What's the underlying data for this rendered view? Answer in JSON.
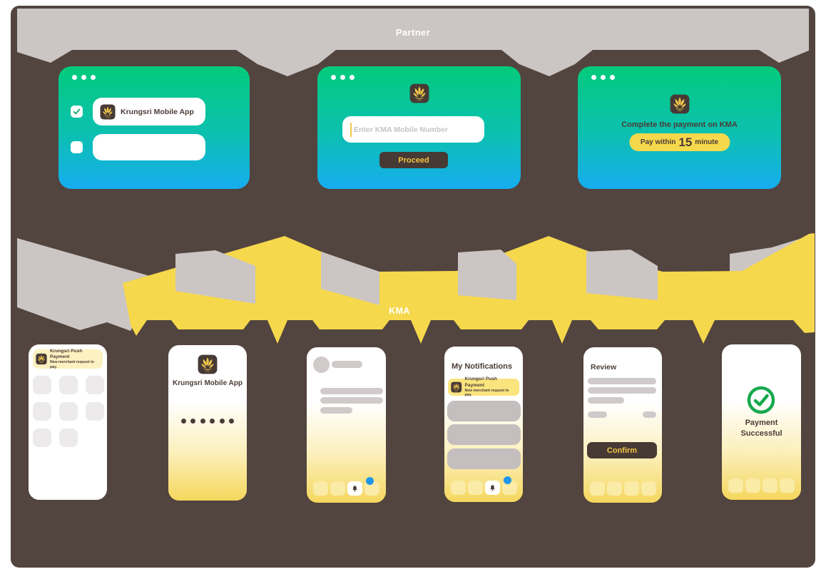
{
  "palette": {
    "brown": "#52443F",
    "gray": "#CBC5C4",
    "yellow": "#F6D84C",
    "card-green": "#03CB7C",
    "card-blue": "#16ADF0",
    "logo-brown": "#473A35",
    "logo-yellow": "#F2C84A",
    "text-dark": "#4A3C37",
    "banner-pale": "#FCF1C0",
    "notif-yellow": "#F9E47E",
    "phone-yellow": "#F5D75D",
    "ui-gray": "#D0CACA",
    "ui-gray-dark": "#C4BEBE",
    "grid-gray": "#ECEAEA",
    "success-green": "#17A94E",
    "badge-blue": "#2096E8",
    "nav-pale": "#FAEBA6",
    "button-yellow": "#F3C443",
    "placeholder-gray": "#C9C3C2",
    "check-green": "#21B573"
  },
  "lanes": {
    "partner": "Partner",
    "kma": "KMA"
  },
  "partner_cards": {
    "consent": {
      "rows": [
        {
          "label": "Krungsri Mobile App",
          "checked": true
        },
        {
          "label": "",
          "checked": false
        }
      ]
    },
    "mobile_entry": {
      "placeholder": "Enter KMA Mobile Number",
      "button": "Proceed"
    },
    "instruction": {
      "title": "Complete the payment on KMA",
      "pill": {
        "prefix": "Pay within",
        "value": "15",
        "suffix": "minute"
      }
    }
  },
  "phones": {
    "home_push": {
      "notification": {
        "title": "Krungsri Push Payment",
        "subtitle": "New merchant request to pay."
      },
      "app_grid_count": 8
    },
    "login": {
      "app_name": "Krungsri Mobile App",
      "pin_dots": 6
    },
    "kma_home": {
      "has_unread_badge": true
    },
    "notifications": {
      "heading": "My Notifications",
      "notification": {
        "title": "Krungsri Push Payment",
        "subtitle": "New merchant request to pay."
      },
      "list_items": 3,
      "has_unread_badge": true
    },
    "review": {
      "heading": "Review",
      "button": "Confirm"
    },
    "success": {
      "message": [
        "Payment",
        "Successful"
      ]
    }
  },
  "icons": {
    "krungsri_logo": "lotus-crown",
    "bell": "notification-bell",
    "checkbox_check": "checkmark",
    "success_check": "checkmark-circle",
    "window_dots": "window-control-dots",
    "pin_dots": "password-dots",
    "unread_badge": "unread-dot",
    "text_caret": "input-caret"
  }
}
